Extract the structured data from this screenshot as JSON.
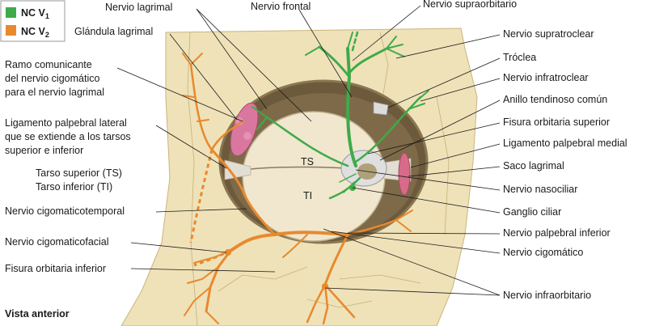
{
  "legend": {
    "v1": {
      "main": "NC V",
      "sub": "1",
      "color": "#3faa4a"
    },
    "v2": {
      "main": "NC V",
      "sub": "2",
      "color": "#e8892e"
    }
  },
  "labels": {
    "nervio_lagrimal": "Nervio lagrimal",
    "glandula_lagrimal": "Glándula lagrimal",
    "nervio_frontal": "Nervio frontal",
    "nervio_supraorbitario": "Nervio supraorbitario",
    "nervio_supratroclear": "Nervio supratroclear",
    "troclea": "Tróclea",
    "nervio_infratroclear": "Nervio infratroclear",
    "anillo_tendinoso": "Anillo tendinoso común",
    "fisura_orbitaria_superior": "Fisura orbitaria superior",
    "ligamento_palpebral_medial": "Ligamento palpebral medial",
    "saco_lagrimal": "Saco lagrimal",
    "nervio_nasociliar": "Nervio nasociliar",
    "ganglio_ciliar": "Ganglio ciliar",
    "nervio_palpebral_inferior": "Nervio palpebral inferior",
    "nervio_cigomatico": "Nervio cigomático",
    "nervio_infraorbitario": "Nervio infraorbitario",
    "ramo_comunicante": [
      "Ramo comunicante",
      "del nervio cigomático",
      "para el nervio lagrimal"
    ],
    "ligamento_palpebral_lateral": [
      "Ligamento palpebral lateral",
      "que se extiende a los tarsos",
      "superior e inferior"
    ],
    "tarsos": [
      "Tarso superior (TS)",
      "Tarso inferior (TI)"
    ],
    "nervio_cigomaticotemporal": "Nervio cigomaticotemporal",
    "nervio_cigomaticofacial": "Nervio cigomaticofacial",
    "fisura_orbitaria_inferior": "Fisura orbitaria inferior",
    "ts": "TS",
    "ti": "TI",
    "vista": "Vista anterior"
  }
}
